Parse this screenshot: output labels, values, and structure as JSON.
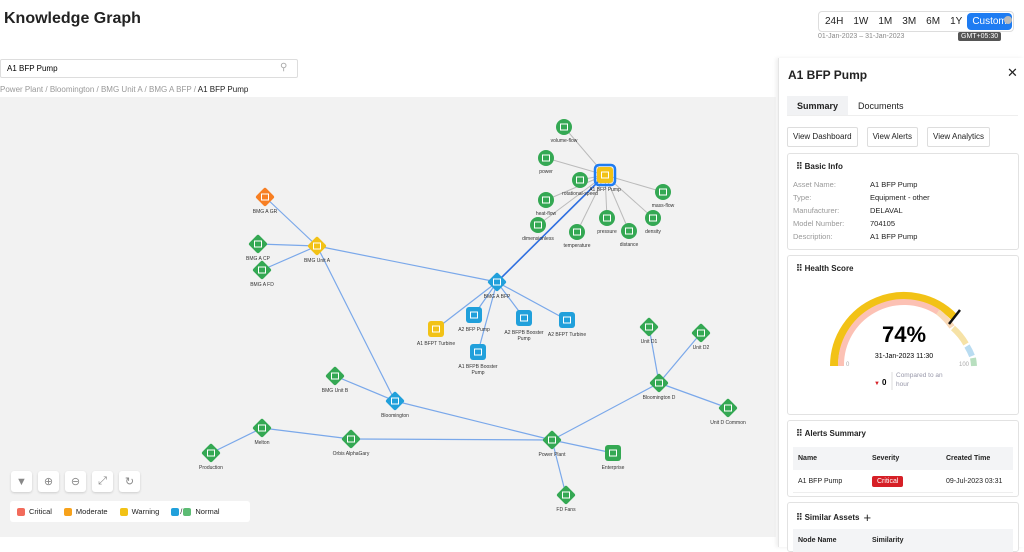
{
  "header": {
    "title": "Knowledge Graph",
    "ranges": [
      "24H",
      "1W",
      "1M",
      "3M",
      "6M",
      "1Y",
      "Custom"
    ],
    "active_range": "Custom",
    "date_range": "01-Jan-2023 – 31-Jan-2023",
    "timezone": "GMT+05:30"
  },
  "search": {
    "value": "A1 BFP Pump"
  },
  "breadcrumb": [
    "Power Plant /",
    "Bloomington /",
    "BMG Unit A /",
    "BMG A BFP /",
    "A1 BFP Pump"
  ],
  "colors": {
    "green": "#34a853",
    "blue": "#21a0db",
    "yellow": "#f2c216",
    "orange": "#f77f23",
    "critical": "#f26b5b",
    "selected": "#1e7cf2"
  },
  "graph": {
    "nodes": [
      {
        "label": "volume-flow",
        "shape": "circle",
        "color": "green"
      },
      {
        "label": "power",
        "shape": "circle",
        "color": "green"
      },
      {
        "label": "rotational-speed",
        "shape": "circle",
        "color": "green"
      },
      {
        "label": "A1 BFP Pump",
        "shape": "square",
        "color": "yellow",
        "selected": true
      },
      {
        "label": "heat-flow",
        "shape": "circle",
        "color": "green"
      },
      {
        "label": "dimensionless",
        "shape": "circle",
        "color": "green"
      },
      {
        "label": "temperature",
        "shape": "circle",
        "color": "green"
      },
      {
        "label": "pressure",
        "shape": "circle",
        "color": "green"
      },
      {
        "label": "distance",
        "shape": "circle",
        "color": "green"
      },
      {
        "label": "density",
        "shape": "circle",
        "color": "green"
      },
      {
        "label": "mass-flow",
        "shape": "circle",
        "color": "green"
      },
      {
        "label": "BMG A GR",
        "shape": "diamond",
        "color": "orange"
      },
      {
        "label": "BMG A CP",
        "shape": "diamond",
        "color": "green"
      },
      {
        "label": "BMG A FD",
        "shape": "diamond",
        "color": "green"
      },
      {
        "label": "BMG Unit A",
        "shape": "diamond",
        "color": "yellow"
      },
      {
        "label": "BMG A BFP",
        "shape": "diamond",
        "color": "blue"
      },
      {
        "label": "A1 BFPT Turbine",
        "shape": "square",
        "color": "yellow"
      },
      {
        "label": "A2 BFP Pump",
        "shape": "square",
        "color": "blue"
      },
      {
        "label": "A2 BFPB Booster Pump",
        "shape": "square",
        "color": "blue"
      },
      {
        "label": "A2 BFPT Turbine",
        "shape": "square",
        "color": "blue"
      },
      {
        "label": "A1 BFPB Booster Pump",
        "shape": "square",
        "color": "blue"
      },
      {
        "label": "BMG Unit B",
        "shape": "diamond",
        "color": "green"
      },
      {
        "label": "Bloomington",
        "shape": "diamond",
        "color": "blue"
      },
      {
        "label": "Unit D1",
        "shape": "diamond",
        "color": "green"
      },
      {
        "label": "Unit D2",
        "shape": "diamond",
        "color": "green"
      },
      {
        "label": "Bloomington D",
        "shape": "diamond",
        "color": "green"
      },
      {
        "label": "Unit D Common",
        "shape": "diamond",
        "color": "green"
      },
      {
        "label": "Melton",
        "shape": "diamond",
        "color": "green"
      },
      {
        "label": "Production",
        "shape": "diamond",
        "color": "green"
      },
      {
        "label": "Orbis AlphaGary",
        "shape": "diamond",
        "color": "green"
      },
      {
        "label": "Power Plant",
        "shape": "diamond",
        "color": "green"
      },
      {
        "label": "Enterprise",
        "shape": "square",
        "color": "green"
      },
      {
        "label": "FD Fans",
        "shape": "diamond",
        "color": "green"
      }
    ],
    "edges": [
      [
        3,
        0
      ],
      [
        3,
        1
      ],
      [
        3,
        2
      ],
      [
        3,
        4
      ],
      [
        3,
        5
      ],
      [
        3,
        6
      ],
      [
        3,
        7
      ],
      [
        3,
        8
      ],
      [
        3,
        9
      ],
      [
        3,
        10
      ],
      [
        3,
        15
      ],
      [
        15,
        16
      ],
      [
        15,
        17
      ],
      [
        15,
        18
      ],
      [
        15,
        19
      ],
      [
        15,
        20
      ],
      [
        14,
        11
      ],
      [
        14,
        12
      ],
      [
        14,
        13
      ],
      [
        14,
        15
      ],
      [
        14,
        22
      ],
      [
        22,
        21
      ],
      [
        22,
        30
      ],
      [
        30,
        29
      ],
      [
        30,
        31
      ],
      [
        30,
        32
      ],
      [
        30,
        25
      ],
      [
        29,
        27
      ],
      [
        27,
        28
      ],
      [
        25,
        23
      ],
      [
        25,
        24
      ],
      [
        25,
        26
      ]
    ]
  },
  "controls": [
    "filter-icon",
    "zoom-in-icon",
    "zoom-out-icon",
    "fit-icon",
    "reset-icon"
  ],
  "legend": [
    {
      "label": "Critical",
      "color": "#f26b5b"
    },
    {
      "label": "Moderate",
      "color": "#f7a21b"
    },
    {
      "label": "Warning",
      "color": "#f2c216"
    },
    {
      "label": "Normal",
      "color": "#21a0db",
      "color2": "#5cbb73",
      "sep": "/"
    }
  ],
  "panel": {
    "title": "A1 BFP Pump",
    "tabs": [
      "Summary",
      "Documents"
    ],
    "buttons": [
      "View Dashboard",
      "View Alerts",
      "View Analytics"
    ],
    "basic_info": {
      "title": "Basic Info",
      "rows": [
        [
          "Asset Name:",
          "A1 BFP Pump"
        ],
        [
          "Type:",
          "Equipment - other"
        ],
        [
          "Manufacturer:",
          "DELAVAL"
        ],
        [
          "Model Number:",
          "704105"
        ],
        [
          "Description:",
          "A1 BFP Pump"
        ]
      ]
    },
    "health": {
      "title": "Health Score",
      "value": 74,
      "value_text": "74%",
      "timestamp": "31-Jan-2023 11:30",
      "min": "0",
      "max": "100",
      "delta": "0",
      "compare": "Compared to an hour"
    },
    "alerts": {
      "title": "Alerts Summary",
      "columns": [
        "Name",
        "Severity",
        "Created Time"
      ],
      "rows": [
        [
          "A1 BFP Pump",
          "Critical",
          "09-Jul-2023 03:31"
        ]
      ]
    },
    "similar": {
      "title": "Similar Assets",
      "columns": [
        "Node Name",
        "Similarity"
      ]
    }
  }
}
